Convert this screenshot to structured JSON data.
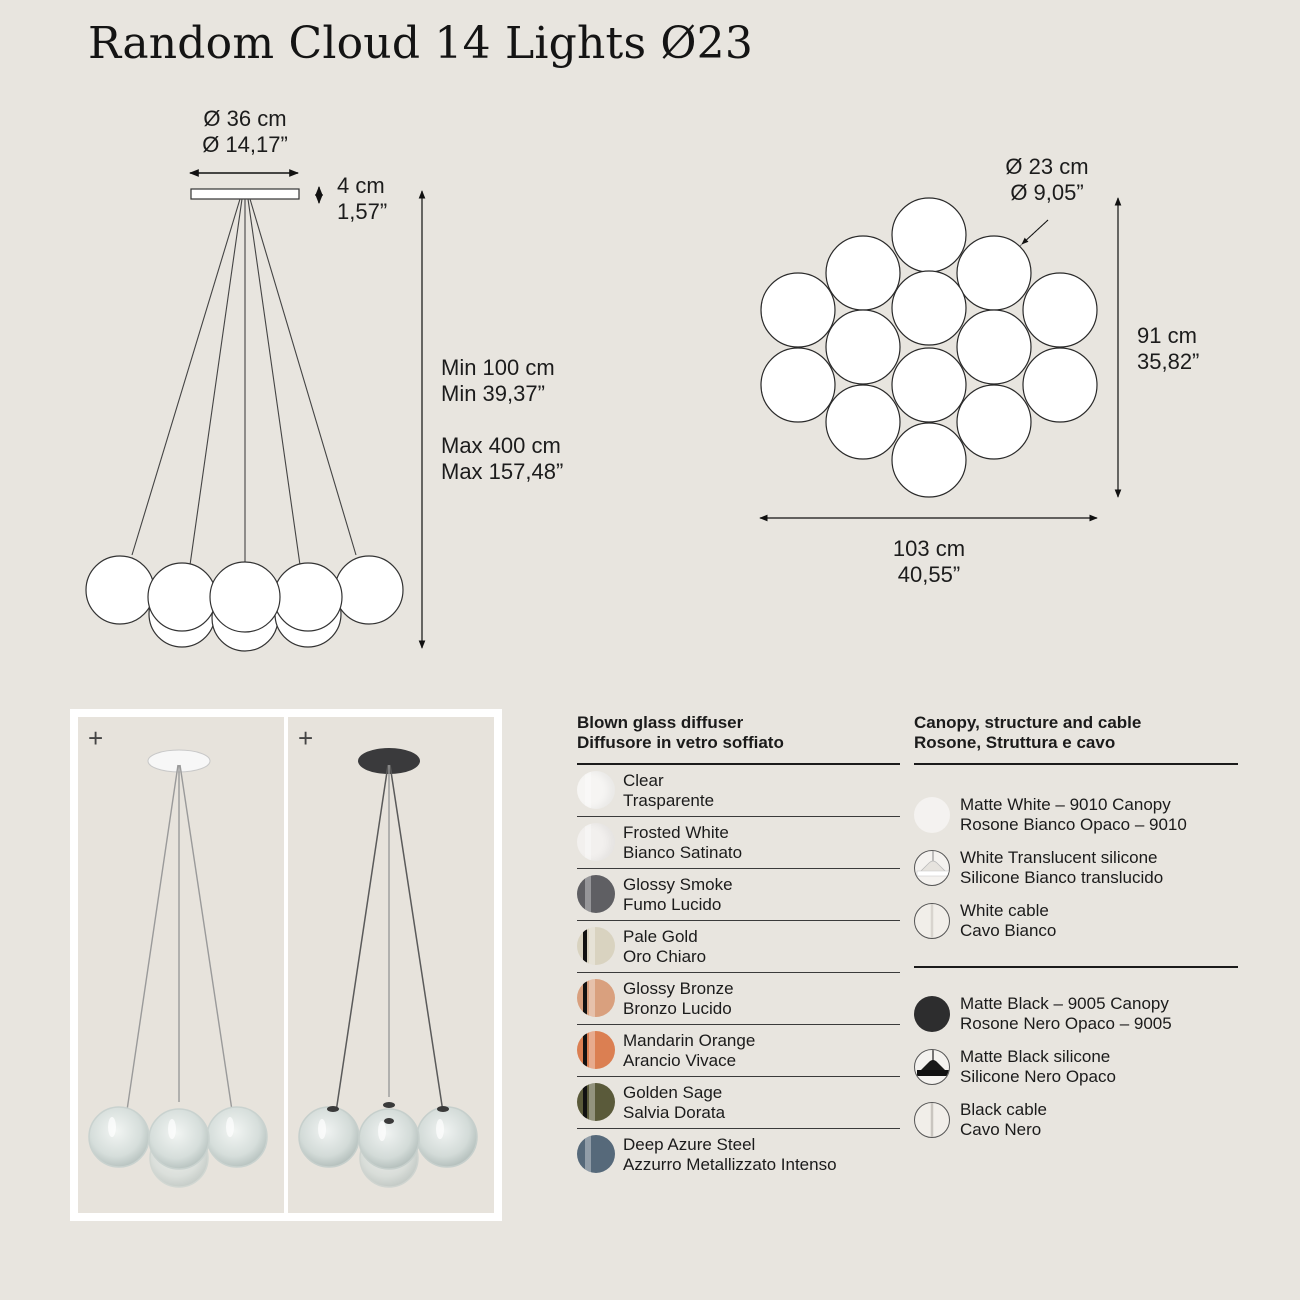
{
  "title": "Random Cloud 14 Lights Ø23",
  "elevation": {
    "canopy_diameter": [
      "Ø 36 cm",
      "Ø 14,17”"
    ],
    "canopy_height": [
      "4 cm",
      "1,57”"
    ],
    "drop_min": [
      "Min 100 cm",
      "Min 39,37”"
    ],
    "drop_max": [
      "Max 400 cm",
      "Max 157,48”"
    ]
  },
  "plan": {
    "globe_diameter": [
      "Ø 23 cm",
      "Ø 9,05”"
    ],
    "height": [
      "91 cm",
      "35,82”"
    ],
    "width": [
      "103 cm",
      "40,55”"
    ],
    "globe_count": 14
  },
  "photos": [
    {
      "variant": "white-canopy",
      "plus_label": "+"
    },
    {
      "variant": "black-canopy",
      "plus_label": "+"
    }
  ],
  "diffuser": {
    "heading": [
      "Blown glass diffuser",
      "Diffusore in vetro soffiato"
    ],
    "options": [
      {
        "en": "Clear",
        "it": "Trasparente",
        "color": "#f6f5f3",
        "stripe": false
      },
      {
        "en": "Frosted White",
        "it": "Bianco Satinato",
        "color": "#f2f0ee",
        "stripe": false
      },
      {
        "en": "Glossy Smoke",
        "it": "Fumo Lucido",
        "color": "#5f5f63",
        "stripe": false
      },
      {
        "en": "Pale Gold",
        "it": "Oro Chiaro",
        "color": "#d9d3c0",
        "stripe": true
      },
      {
        "en": "Glossy Bronze",
        "it": "Bronzo Lucido",
        "color": "#d9a07e",
        "stripe": true
      },
      {
        "en": "Mandarin Orange",
        "it": "Arancio Vivace",
        "color": "#db7f52",
        "stripe": true
      },
      {
        "en": "Golden Sage",
        "it": "Salvia Dorata",
        "color": "#5a5a3a",
        "stripe": true
      },
      {
        "en": "Deep Azure Steel",
        "it": "Azzurro Metallizzato Intenso",
        "color": "#56697a",
        "stripe": false
      }
    ]
  },
  "structure": {
    "heading": [
      "Canopy, structure and cable",
      "Rosone, Struttura e cavo"
    ],
    "white_group": [
      {
        "en": "Matte White – 9010 Canopy",
        "it": "Rosone Bianco Opaco – 9010",
        "type": "canopy",
        "color": "#f4f2f0"
      },
      {
        "en": "White Translucent silicone",
        "it": "Silicone Bianco translucido",
        "type": "silicone",
        "color": "#f4f2ef"
      },
      {
        "en": "White cable",
        "it": "Cavo Bianco",
        "type": "cable",
        "color": "#d8d4ce"
      }
    ],
    "black_group": [
      {
        "en": "Matte Black – 9005 Canopy",
        "it": "Rosone Nero Opaco – 9005",
        "type": "canopy",
        "color": "#2d2d2e"
      },
      {
        "en": "Matte Black silicone",
        "it": "Silicone Nero Opaco",
        "type": "silicone",
        "color": "#1e1e1e"
      },
      {
        "en": "Black cable",
        "it": "Cavo Nero",
        "type": "cable",
        "color": "#c9c5bf"
      }
    ]
  },
  "colors": {
    "background": "#e8e5df",
    "line": "#1b1b1b",
    "frame": "#ffffff"
  }
}
